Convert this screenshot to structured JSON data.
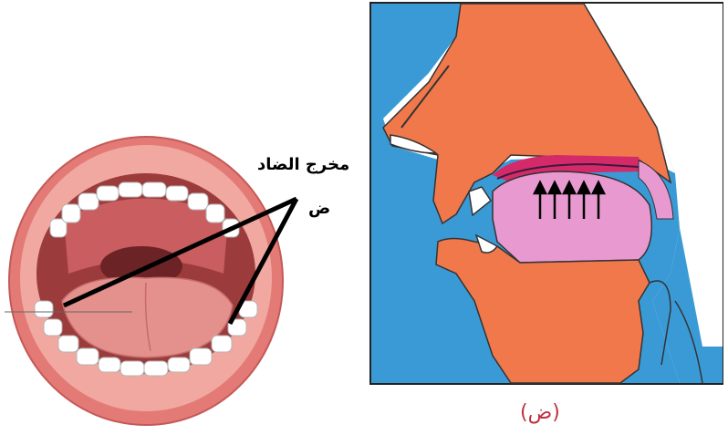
{
  "labels": {
    "articulation_point": "مخرج الضاد",
    "letter": "ض",
    "caption": "(ض)"
  },
  "colors": {
    "background_blue": "#3a9ad6",
    "skin": "#f0784a",
    "pink_tongue": "#e89ad0",
    "magenta_palate": "#d42a6a",
    "caption_red": "#c0303f",
    "mouth_lips": "#e47a76",
    "mouth_inner": "#b8474a"
  },
  "icons": [
    "airflow-arrow-icon"
  ]
}
